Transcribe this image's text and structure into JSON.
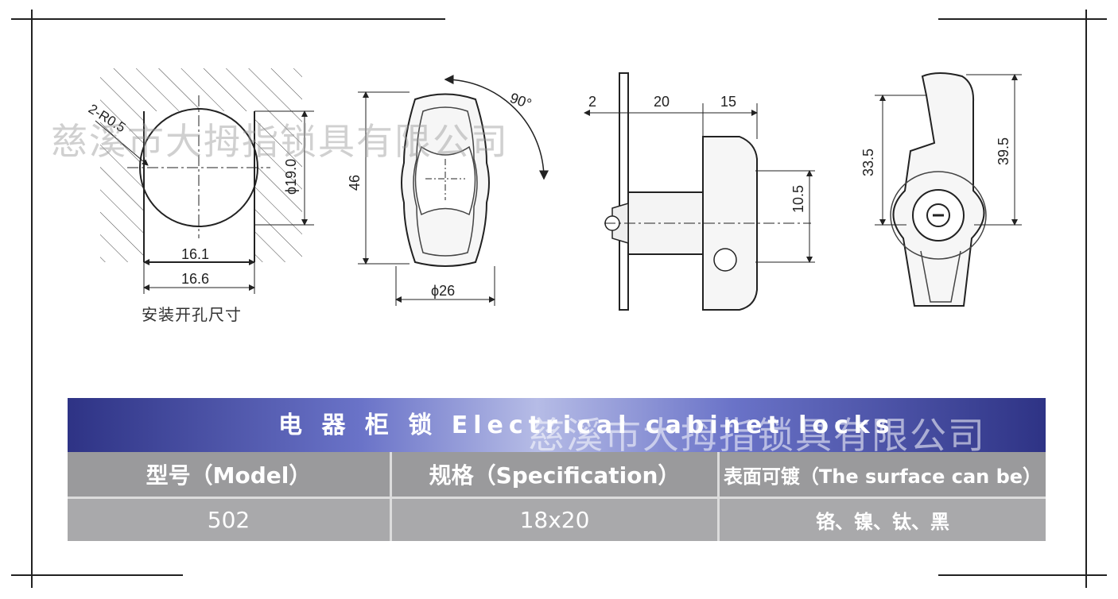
{
  "watermark": "慈溪市大拇指锁具有限公司",
  "drawing": {
    "caption": "安装开孔尺寸",
    "dimensions": {
      "r_label": "2-R0.5",
      "d19": "ϕ19.0",
      "w161": "16.1",
      "w166": "16.6",
      "h46": "46",
      "d26": "ϕ26",
      "angle": "90°",
      "t2": "2",
      "t20": "20",
      "t15": "15",
      "h105": "10.5",
      "h335": "33.5",
      "h395": "39.5"
    }
  },
  "spec_table": {
    "banner": "电 器 柜 锁  Electrical cabinet locks",
    "headers": [
      "型号（Model）",
      "规格（Specification）",
      "表面可镀（The surface can be）"
    ],
    "row": [
      "502",
      "18x20",
      "铬、镍、钛、黑"
    ]
  }
}
